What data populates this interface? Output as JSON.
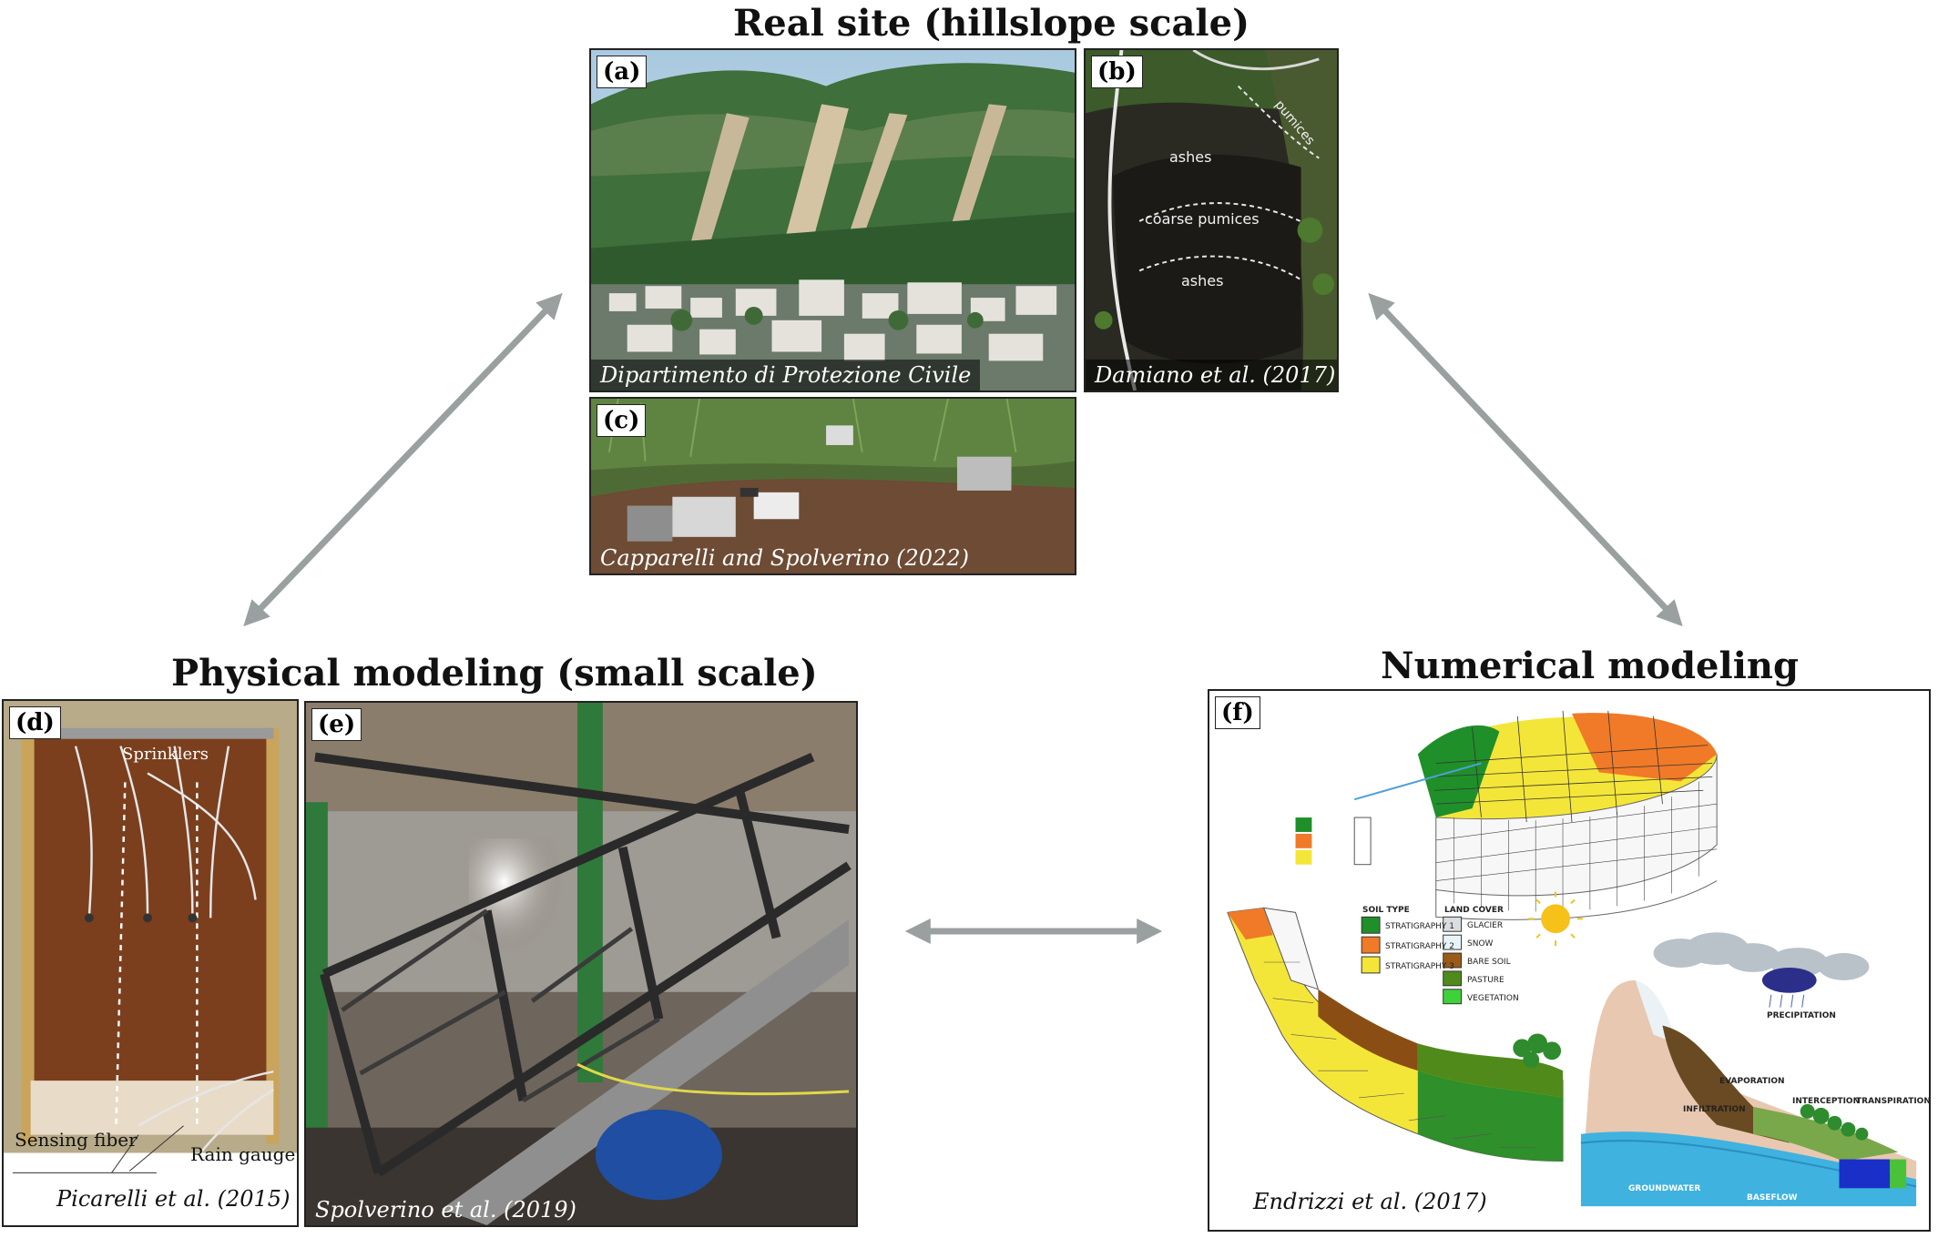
{
  "headings": {
    "real_site": "Real site (hillslope scale)",
    "physical": "Physical modeling (small scale)",
    "numerical": "Numerical modeling"
  },
  "panels": {
    "a": {
      "label": "(a)",
      "caption": "Dipartimento di Protezione Civile"
    },
    "b": {
      "label": "(b)",
      "caption": "Damiano et al. (2017)",
      "layers": [
        "ashes",
        "coarse pumices",
        "ashes"
      ],
      "top_label": "pumices"
    },
    "c": {
      "label": "(c)",
      "caption": "Capparelli and Spolverino (2022)"
    },
    "d": {
      "label": "(d)",
      "caption": "Picarelli et al. (2015)",
      "sprinklers": "Sprinklers",
      "sensing_fiber": "Sensing fiber",
      "rain_gauge": "Rain gauge"
    },
    "e": {
      "label": "(e)",
      "caption": "Spolverino et al. (2019)"
    },
    "f": {
      "label": "(f)",
      "caption": "Endrizzi et al. (2017)",
      "soil_type_title": "SOIL TYPE",
      "land_cover_title": "LAND COVER",
      "soil_types": [
        "STRATIGRAPHY 1",
        "STRATIGRAPHY 2",
        "STRATIGRAPHY 3"
      ],
      "land_covers": [
        "GLACIER",
        "SNOW",
        "BARE SOIL",
        "PASTURE",
        "VEGETATION"
      ],
      "labels": {
        "precipitation": "PRECIPITATION",
        "evaporation": "EVAPORATION",
        "transpiration": "TRANSPIRATION",
        "infiltration": "INFILTRATION",
        "groundwater": "GROUNDWATER",
        "baseflow": "BASEFLOW",
        "interception": "INTERCEPTION"
      }
    }
  },
  "colors": {
    "arrow": "#9aa0a0",
    "strat1": "#1f8f2a",
    "strat2": "#f07a28",
    "strat3": "#f4e638",
    "glacier": "#d9dde0",
    "snow": "#e8f4fa",
    "bare_soil": "#9a5a18",
    "pasture": "#4f8a1a",
    "vegetation": "#3fd13a"
  }
}
